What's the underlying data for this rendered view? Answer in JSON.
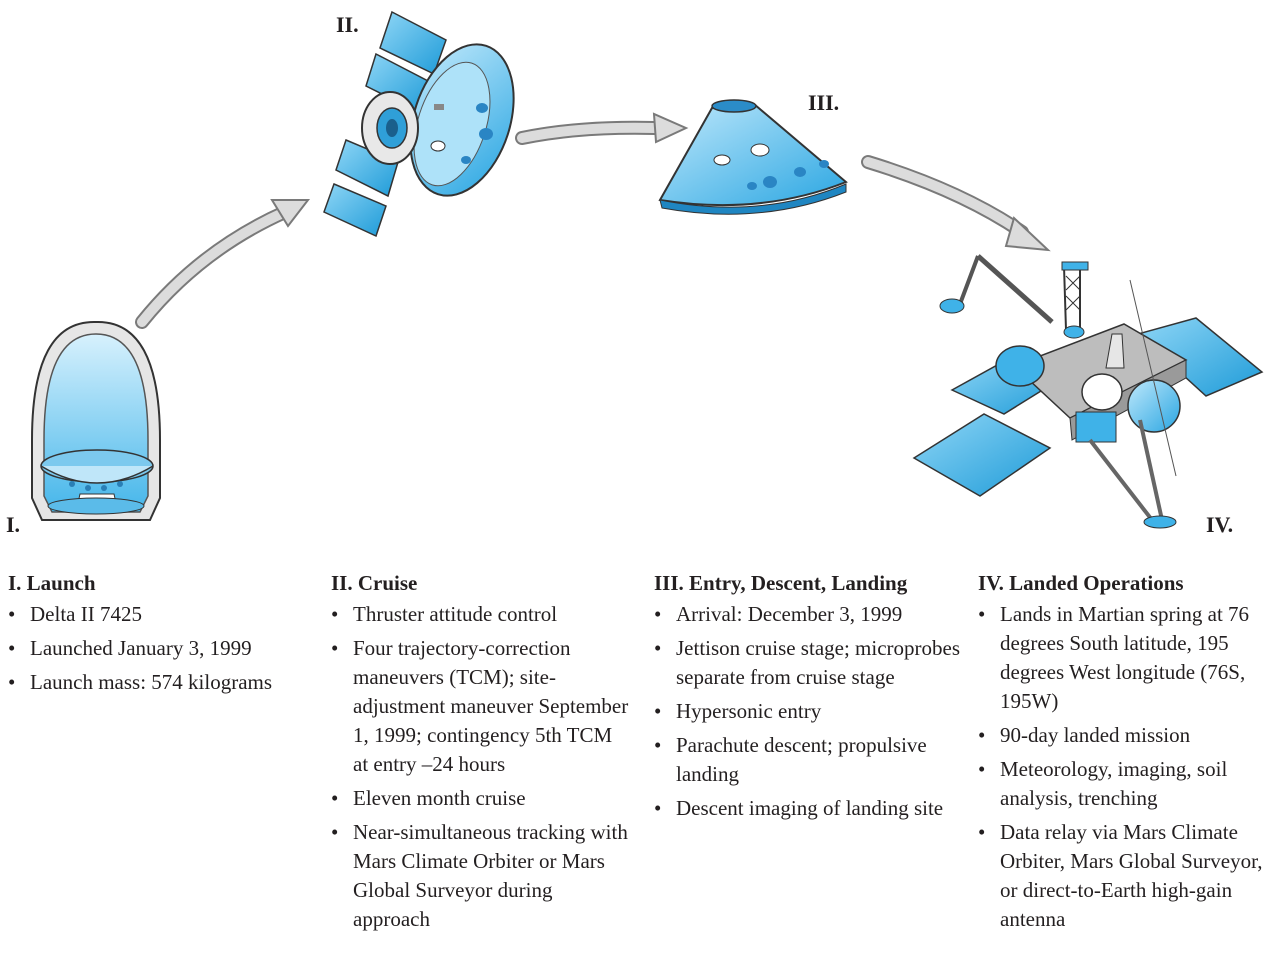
{
  "stage_markers": {
    "launch": "I.",
    "cruise": "II.",
    "entry": "III.",
    "landed": "IV."
  },
  "columns": [
    {
      "title": "I. Launch",
      "items": [
        "Delta II 7425",
        "Launched January 3, 1999",
        "Launch mass: 574 kilograms"
      ]
    },
    {
      "title": "II. Cruise",
      "items": [
        "Thruster attitude control",
        "Four trajectory-correction maneuvers (TCM); site-adjustment maneuver September 1, 1999; contingency 5th TCM at entry –24 hours",
        "Eleven month cruise",
        "Near-simultaneous tracking with Mars Climate Orbiter or Mars Global Surveyor during approach"
      ]
    },
    {
      "title": "III. Entry, Descent, Landing",
      "items": [
        "Arrival: December 3, 1999",
        "Jettison cruise stage; microprobes separate from cruise stage",
        "Hypersonic entry",
        "Parachute descent; propulsive landing",
        "Descent imaging of landing site"
      ]
    },
    {
      "title": "IV. Landed Operations",
      "items": [
        "Lands in Martian spring at 76 degrees South latitude, 195 degrees West longitude (76S, 195W)",
        "90-day landed mission",
        "Meteorology, imaging, soil analysis, trenching",
        "Data relay via Mars Climate Orbiter, Mars Global Surveyor, or direct-to-Earth high-gain antenna"
      ]
    }
  ],
  "colors": {
    "craft_blue": "#3fb2e8",
    "arrow_gray": "#d6d6d6",
    "text": "#231f20"
  }
}
